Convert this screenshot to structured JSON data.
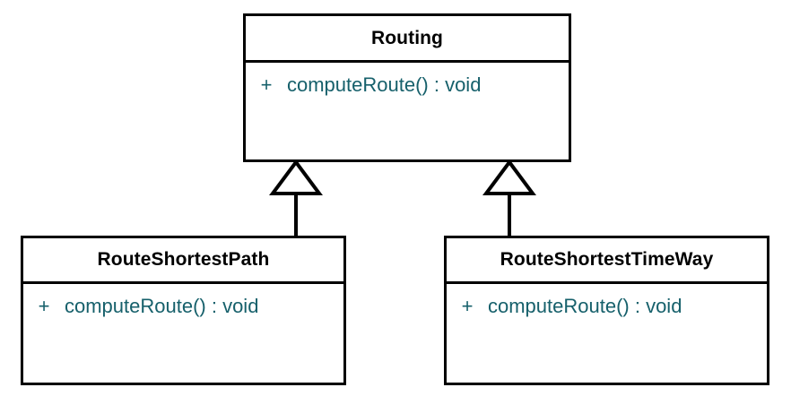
{
  "diagram": {
    "type": "uml-class-diagram",
    "background_color": "#ffffff",
    "line_color": "#000000",
    "class_name_color": "#000000",
    "member_text_color": "#16606b",
    "classes": [
      {
        "id": "routing",
        "name": "Routing",
        "role": "superclass",
        "members": [
          {
            "visibility": "+",
            "signature": "computeRoute() : void"
          }
        ]
      },
      {
        "id": "route-shortest-path",
        "name": "RouteShortestPath",
        "role": "subclass",
        "members": [
          {
            "visibility": "+",
            "signature": "computeRoute() : void"
          }
        ]
      },
      {
        "id": "route-shortest-time-way",
        "name": "RouteShortestTimeWay",
        "role": "subclass",
        "members": [
          {
            "visibility": "+",
            "signature": "computeRoute() : void"
          }
        ]
      }
    ],
    "relationships": [
      {
        "id": "gen-routeshortestpath-routing",
        "kind": "generalization",
        "from": "route-shortest-path",
        "to": "routing",
        "arrow": "hollow-triangle"
      },
      {
        "id": "gen-routeshortesttimeway-routing",
        "kind": "generalization",
        "from": "route-shortest-time-way",
        "to": "routing",
        "arrow": "hollow-triangle"
      }
    ]
  }
}
